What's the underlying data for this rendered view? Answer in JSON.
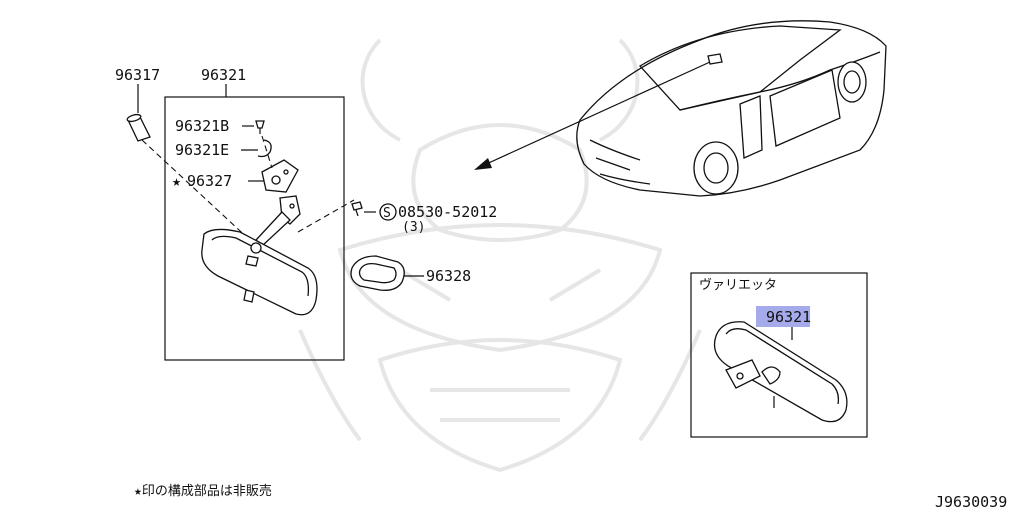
{
  "parts": {
    "p96317": "96317",
    "p96321": "96321",
    "p96321B": "96321B",
    "p96321E": "96321E",
    "p96327": "96327",
    "p08530": "08530-52012",
    "p08530_qty": "(3)",
    "p96328": "96328",
    "variant_part": "96321"
  },
  "screw_symbol": "S",
  "star_mark": "★",
  "variant_title": "ヴァリエッタ",
  "footnote": "★印の構成部品は非販売",
  "diagram_code": "J9630039",
  "colors": {
    "highlight": "#8f95e6",
    "ink": "#111111"
  }
}
